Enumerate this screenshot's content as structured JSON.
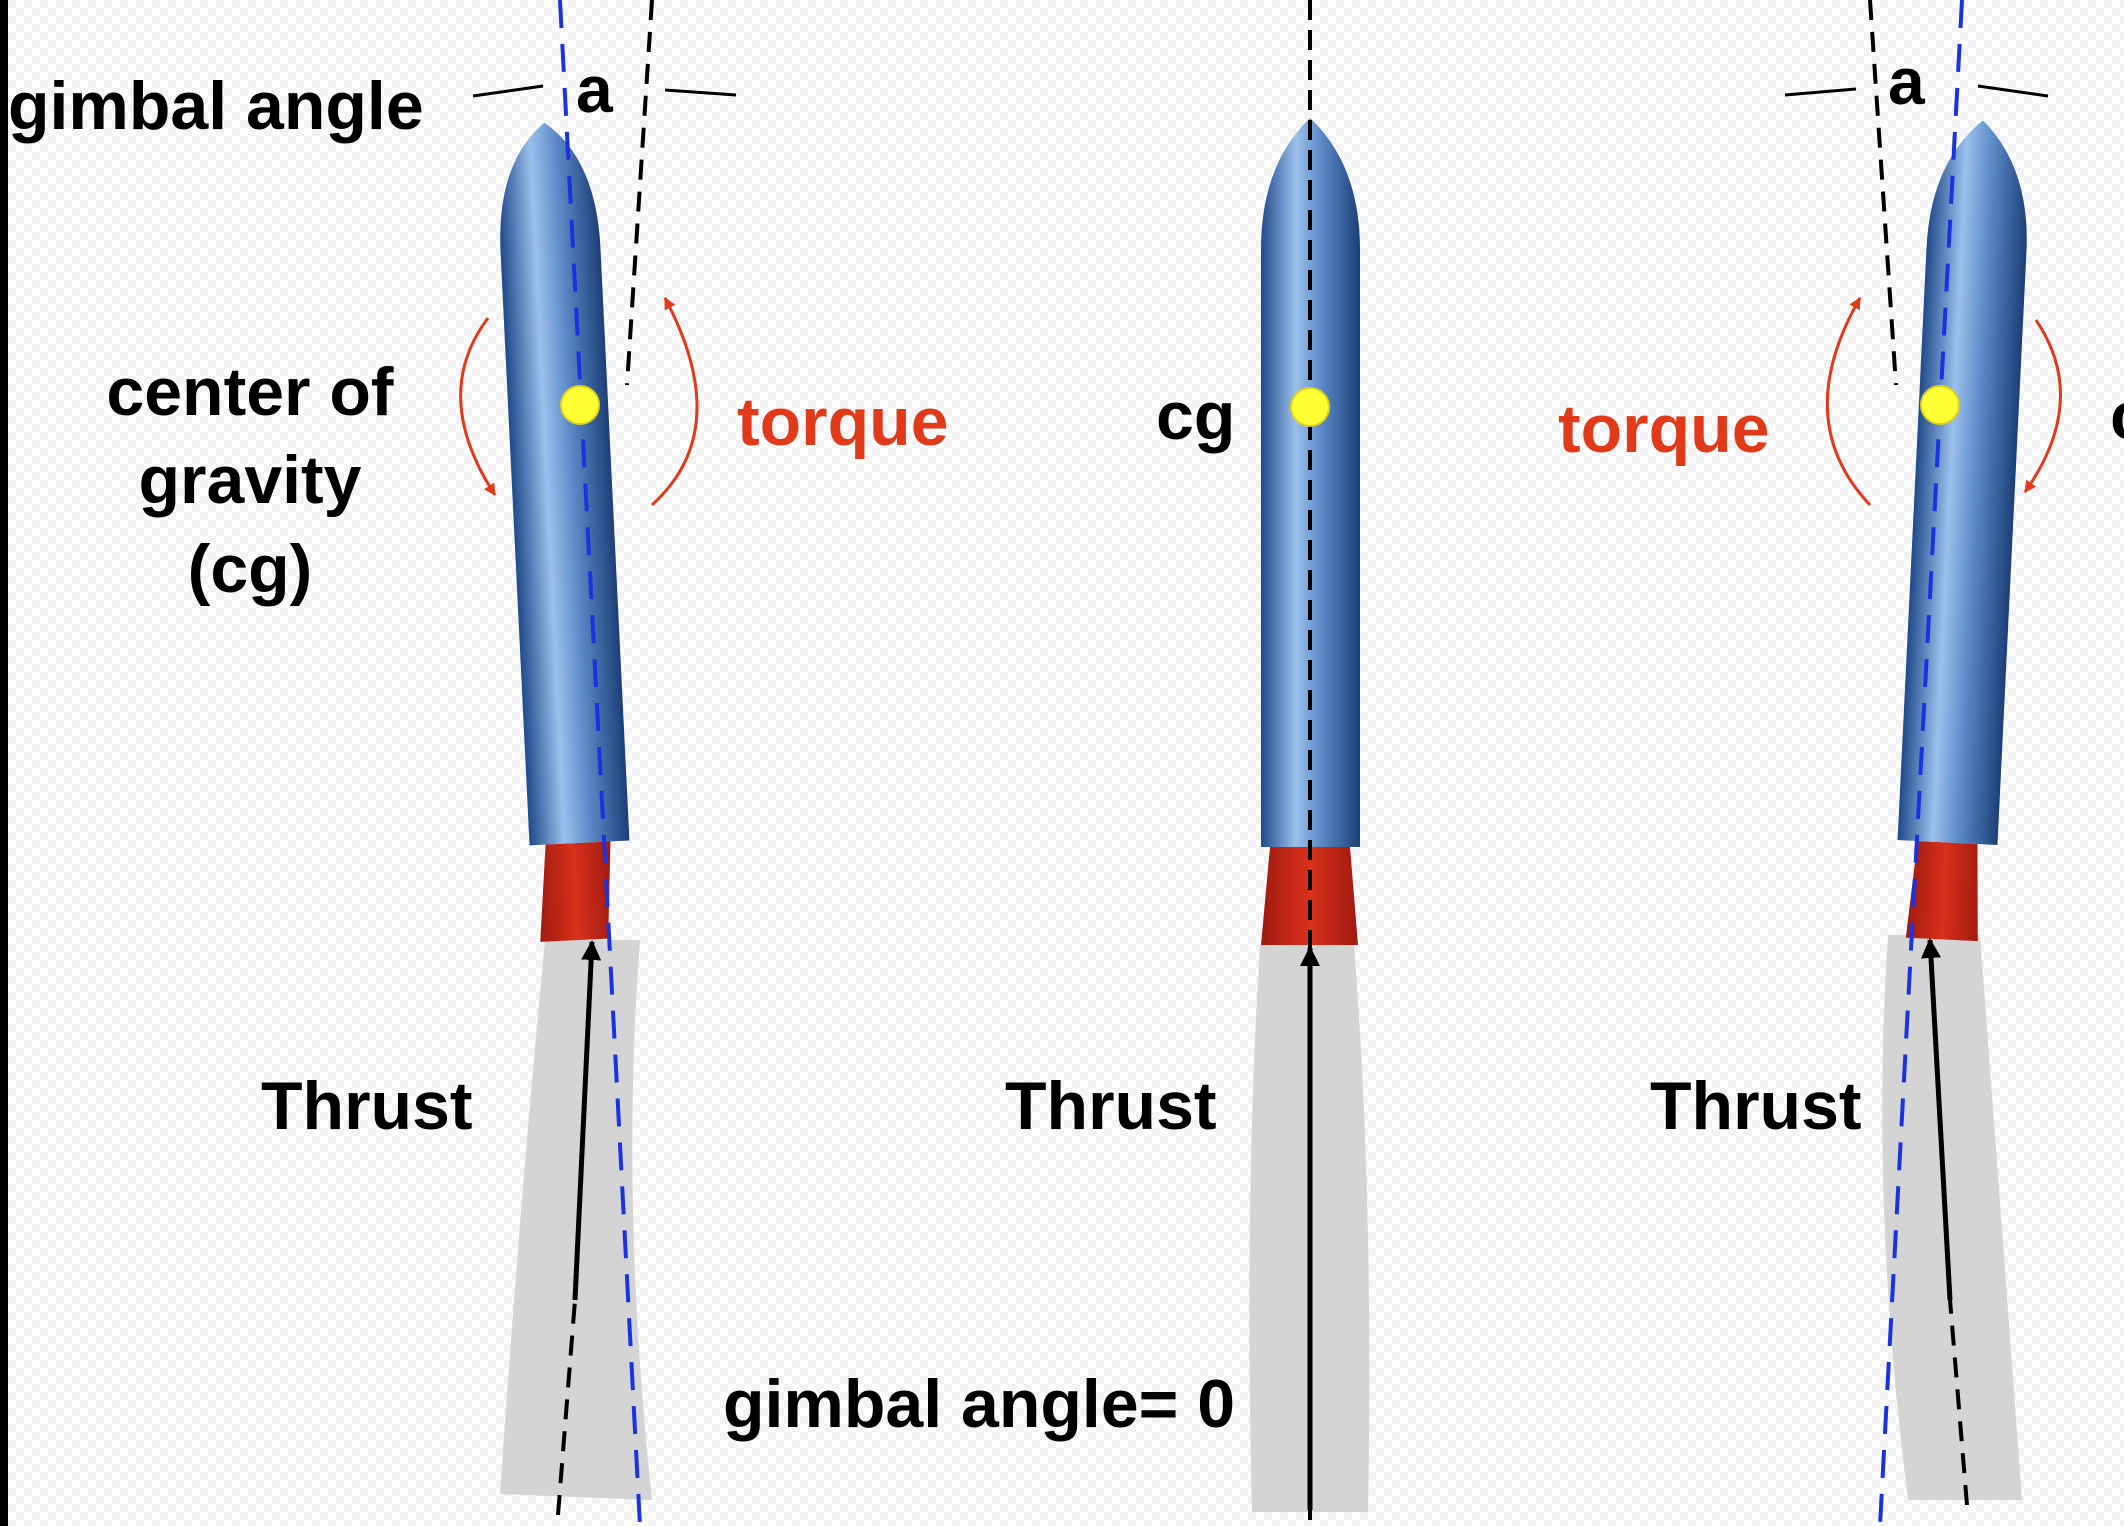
{
  "labels": {
    "gimbal_angle_left": "gimbal angle",
    "angle_symbol_left": "a",
    "angle_symbol_right": "a",
    "center_of_gravity": "center of\ngravity\n(cg)",
    "cg_middle": "cg",
    "cg_right_partial": "c",
    "torque_left": "torque",
    "torque_right": "torque",
    "thrust_left": "Thrust",
    "thrust_middle": "Thrust",
    "thrust_right": "Thrust",
    "gimbal_angle_zero": "gimbal angle= 0"
  },
  "colors": {
    "rocket_body": "#4a78b8",
    "rocket_highlight": "#9cc0ec",
    "nozzle": "#c8281a",
    "exhaust_plume": "#d4d4d4",
    "cg_marker": "#ffff33",
    "torque": "#e03a1a",
    "axis_dash_blue": "#1a33e0",
    "axis_dash_black": "#000000"
  }
}
